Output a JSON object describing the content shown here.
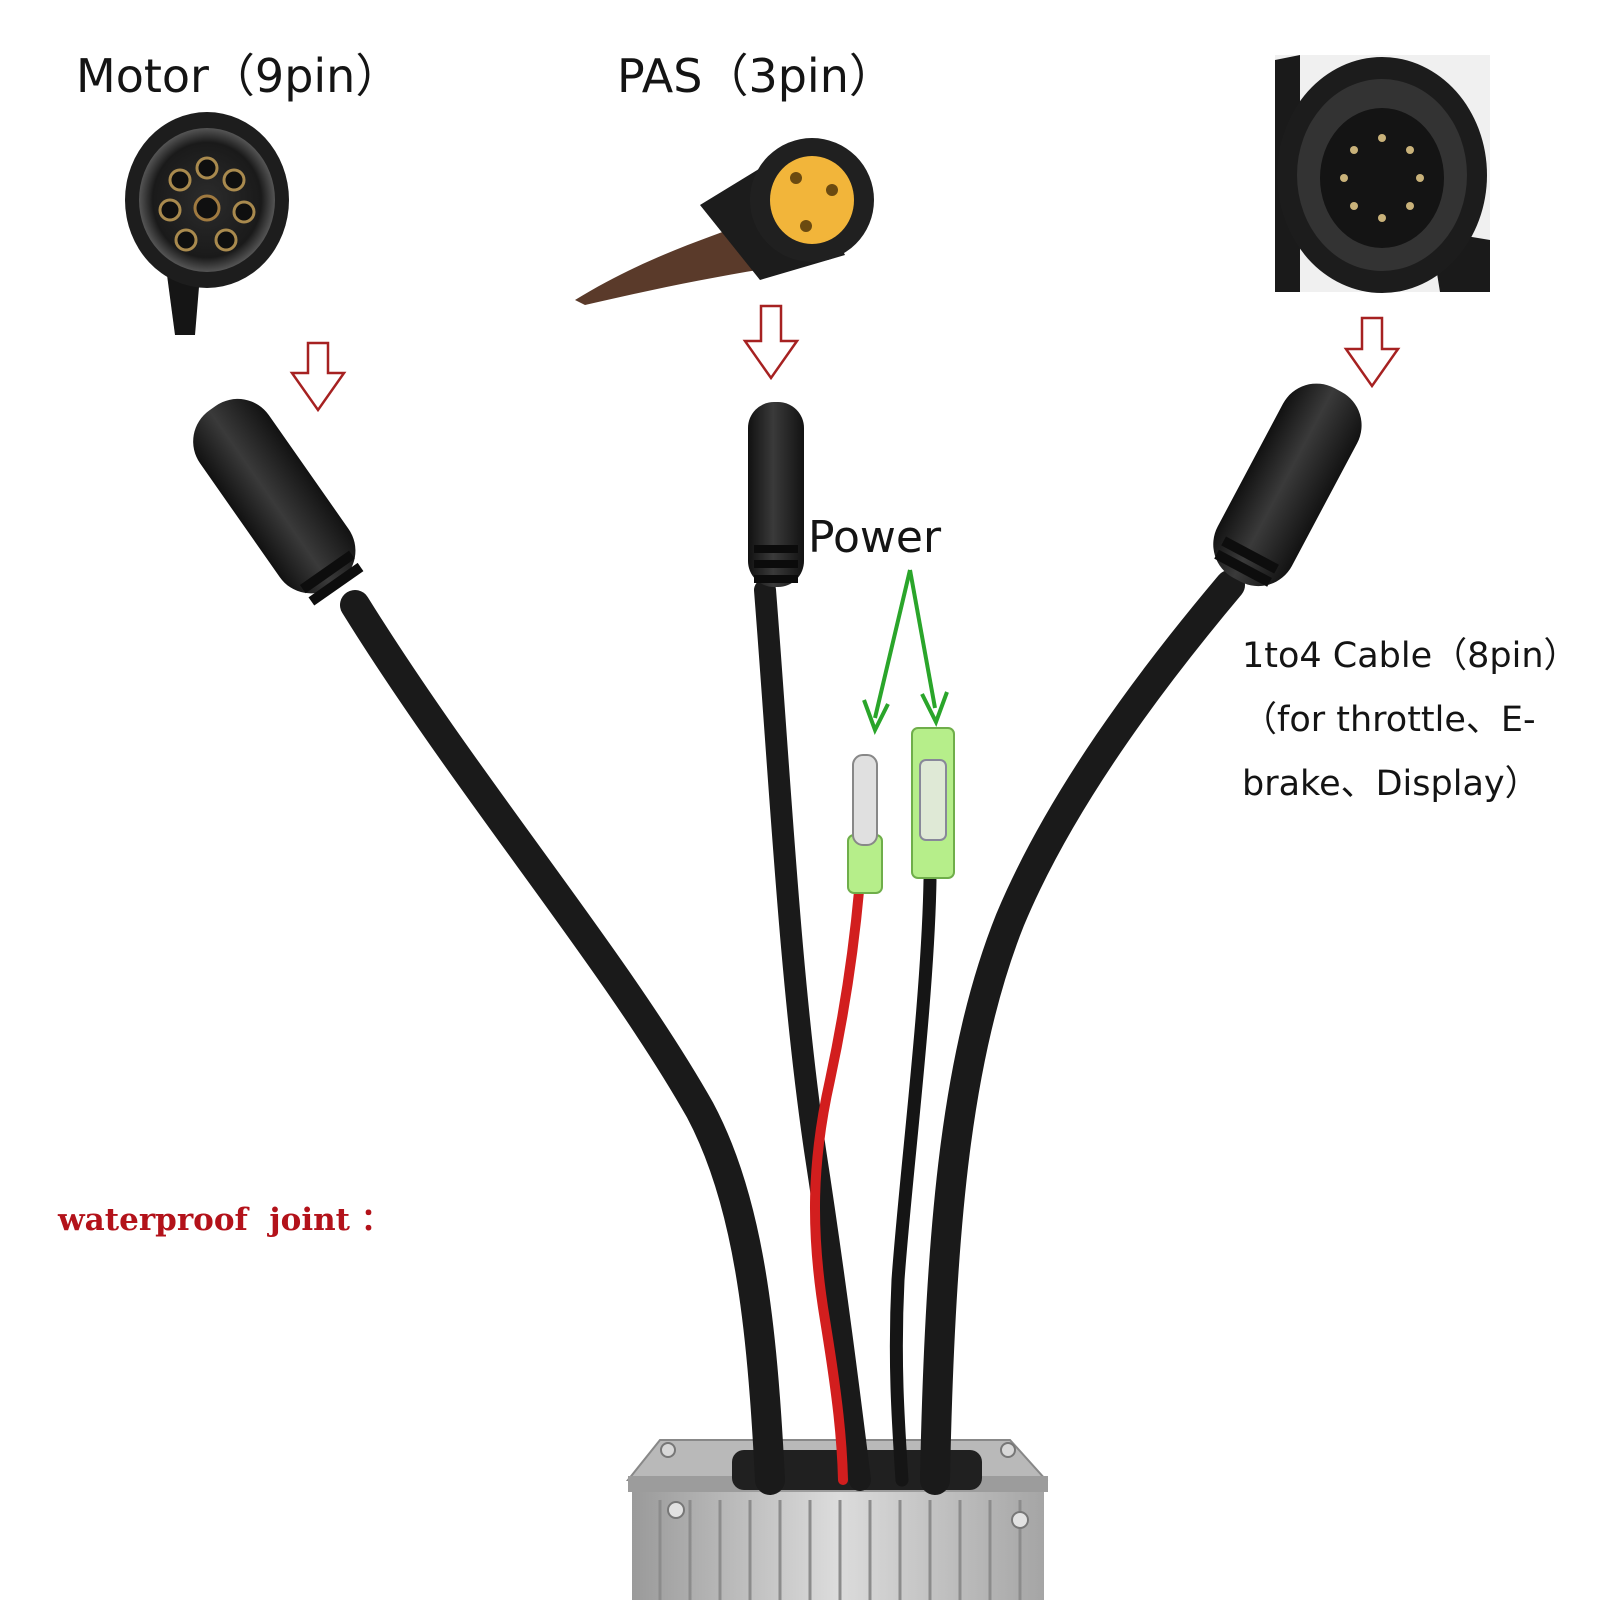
{
  "labels": {
    "motor": "Motor（9pin）",
    "pas": "PAS（3pin）",
    "power": "Power",
    "cable_line1": "1to4 Cable（8pin）",
    "cable_line2": "（for throttle、E-",
    "cable_line3": "brake、Display）",
    "waterproof": "waterproof  joint ："
  },
  "colors": {
    "cable": "#1a1a1a",
    "plug": "#222222",
    "pas_insert": "#f2b53a",
    "power_arrow": "#2aa52a",
    "down_arrow": "#a62121",
    "red_wire": "#d21e1e",
    "terminal_sleeve": "#b6ee8a",
    "controller_body": "#c8c8c8",
    "label_red": "#b3121a"
  },
  "icons": [
    "down-arrow-outline-icon",
    "green-pointer-arrow-icon"
  ]
}
